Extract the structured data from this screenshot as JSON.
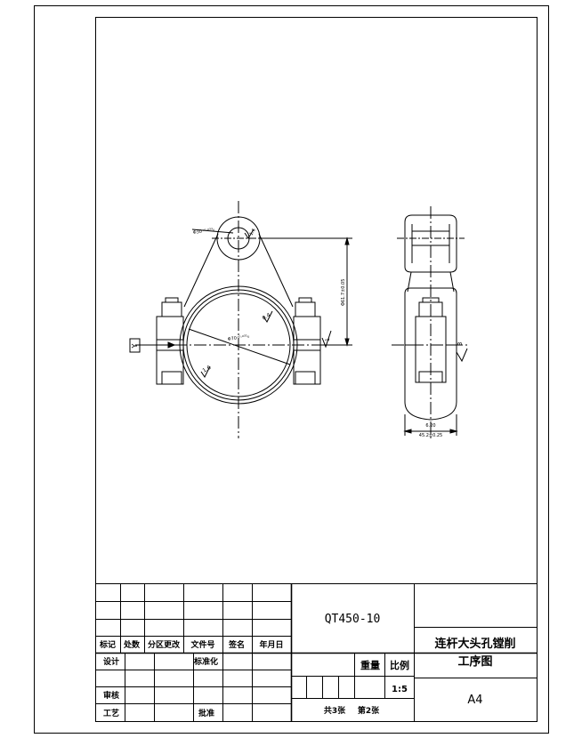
{
  "material": "QT450-10",
  "part_title": {
    "line1": "连杆大头孔镗削",
    "line2": "工序图"
  },
  "sheet_size": "A4",
  "scale_header": "比例",
  "weight_header": "重量",
  "scale_value": "1:5",
  "sheet_count": {
    "total": "共3张",
    "current": "第2张"
  },
  "title_block_labels": {
    "mark": "标记",
    "quantity": "处数",
    "zone": "分区更改",
    "doc_no": "文件号",
    "signature": "签名",
    "date": "年月日",
    "design": "设计",
    "standardization": "标准化",
    "review": "审核",
    "process": "工艺",
    "approve": "批准"
  },
  "view_label": "Y",
  "dimensions": {
    "small_bore": "Φ30⁺⁰·⁰³³₀",
    "big_bore": "Φ70⁺⁰·⁰³¹₀",
    "center_distance": "Φ61.7±0.05",
    "width_top": "6.20",
    "width_bottom": "45.2±0.25",
    "surface_right": "3",
    "rough_1": "1.6",
    "rough_2": "0.4",
    "small_rough": "1.6",
    "side_rough": "1"
  },
  "colors": {
    "line": "#000000",
    "paper": "#ffffff"
  }
}
